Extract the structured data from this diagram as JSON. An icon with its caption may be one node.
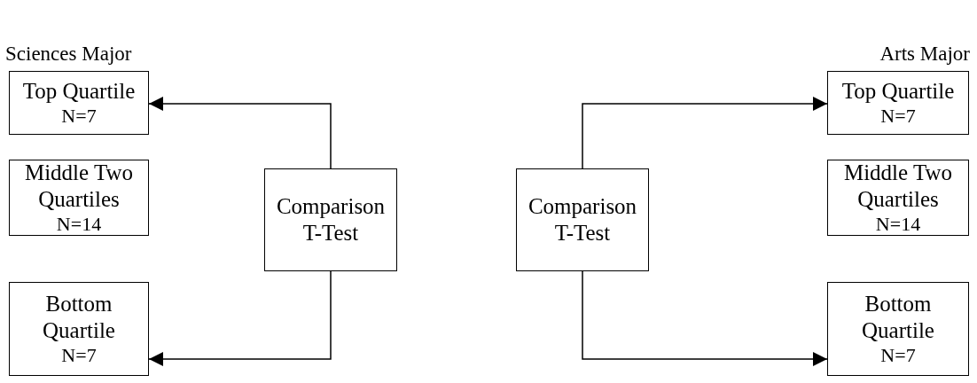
{
  "diagram": {
    "nodes": [
      {
        "text": [
          "Top Quartile",
          "N=7"
        ]
      },
      {
        "text": [
          "Middle Two Quartiles",
          "N=14"
        ]
      },
      {
        "text": [
          "Bottom Quartile",
          "N=7"
        ]
      },
      {
        "text": [
          "Comparison T-Test"
        ]
      },
      {
        "text": [
          "Comparison T-Test"
        ]
      },
      {
        "text": [
          "Top Quartile",
          "N=7"
        ]
      },
      {
        "text": [
          "Middle Two Quartiles",
          "N=14"
        ]
      },
      {
        "text": [
          "Bottom Quartile",
          "N=7"
        ]
      }
    ],
    "edges": [
      {
        "from": 3,
        "to": 0,
        "arrow": "to"
      },
      {
        "from": 3,
        "to": 2,
        "arrow": "to"
      },
      {
        "from": 4,
        "to": 5,
        "arrow": "to"
      },
      {
        "from": 4,
        "to": 7,
        "arrow": "to"
      }
    ],
    "labels": [
      "Sciences Major",
      "Arts Major"
    ]
  }
}
